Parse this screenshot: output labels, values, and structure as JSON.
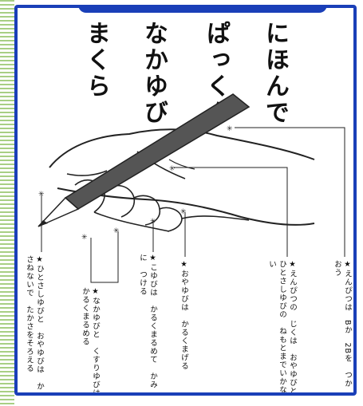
{
  "title_lines": [
    "にほんで",
    "ぱっくん",
    "なかゆび",
    "まくら"
  ],
  "notes": {
    "n1": "★えんぴつは　Bか　2Bを　つかおう",
    "n2": "★えんぴつの　じくは　おやゆびと　ひとさしゆびの　ねもとまでいかない",
    "n3": "★おやゆびは　かるくまげる",
    "n4": "★こゆびは　かるくまるめて　かみに　つける",
    "n5": "★なかゆびと　くすりゆびは　かるくまるめる",
    "n6": "★ひとさしゆびと　おやゆびは　かさねないで　たかさをそろえる"
  },
  "colors": {
    "frame": "#1a3fb8",
    "stripes": "#a8cf84",
    "pencil": "#555555"
  }
}
